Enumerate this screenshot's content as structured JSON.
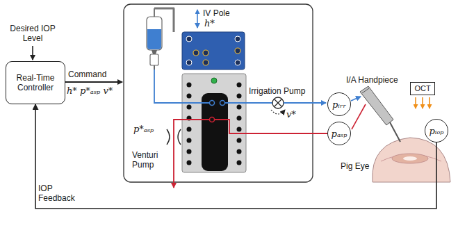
{
  "diagram": {
    "nodes": [
      {
        "text": [
          "Real-Time Controller"
        ]
      },
      {
        "text": [
          "pᵢᵣᵣ"
        ]
      },
      {
        "text": [
          "pₐₛₚ"
        ]
      },
      {
        "text": [
          "OCT"
        ]
      },
      {
        "text": [
          "pᵢₒₚ"
        ]
      }
    ],
    "edges": [
      {
        "from": 4,
        "to": 0,
        "arrow": "to",
        "label": "IOP Feedback"
      }
    ],
    "labels": [
      "Desired IOP Level",
      "Command",
      "h* p*ₐₛₚ v*",
      "IV Pole",
      "h*",
      "Irrigation Pump",
      "v*",
      "p*ₐₛₚ",
      "Venturi Pump",
      "I/A Handpiece",
      "Pig Eye"
    ]
  }
}
